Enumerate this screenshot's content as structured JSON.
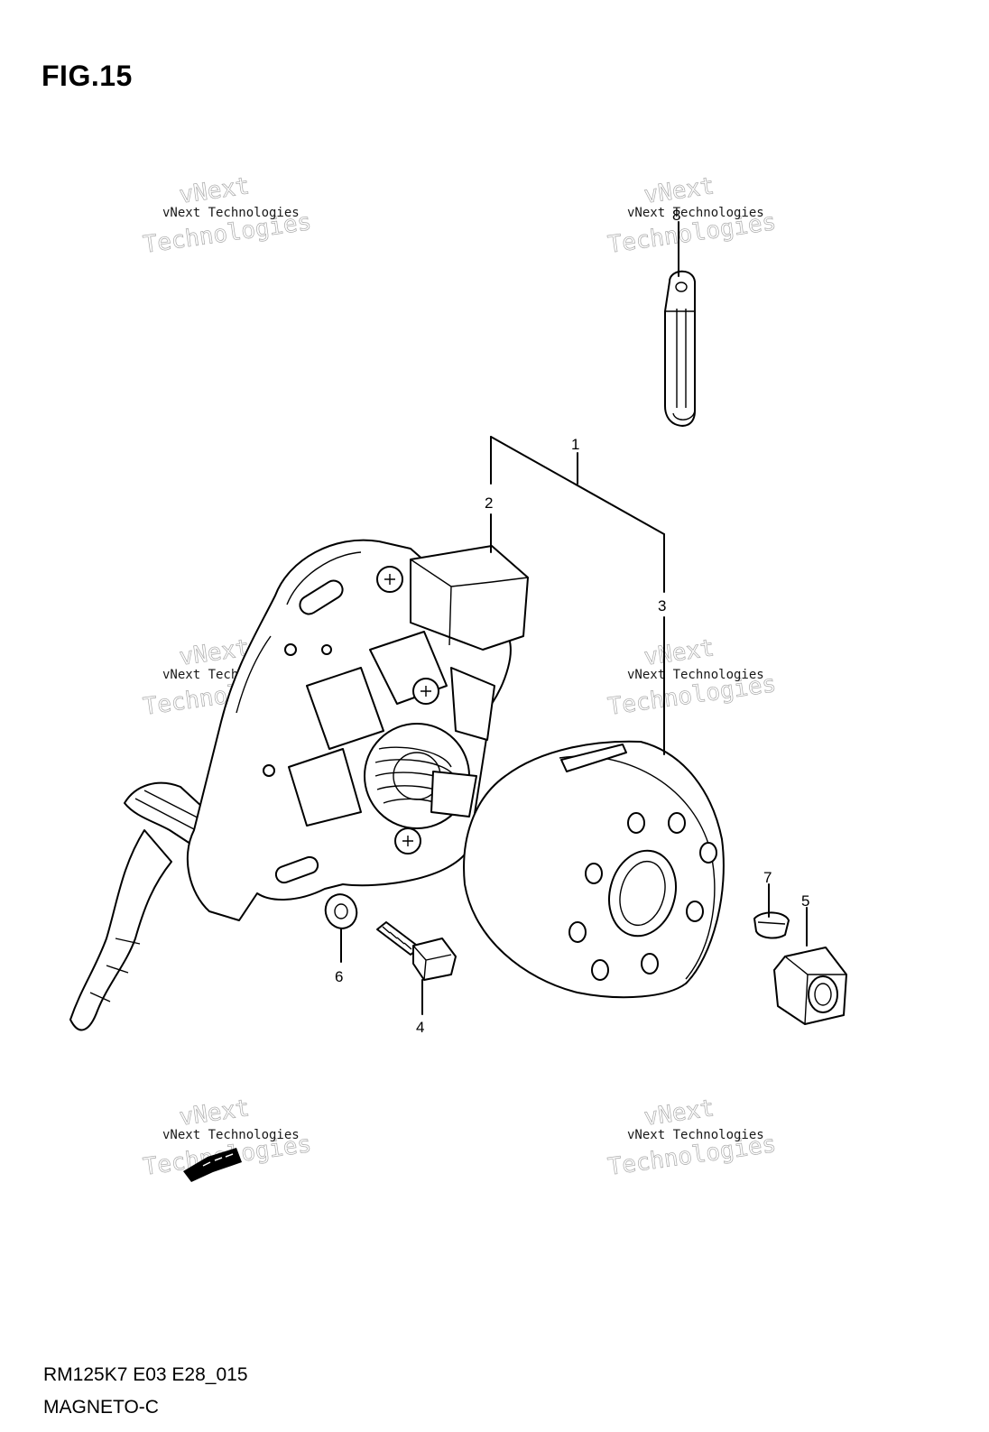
{
  "figure": {
    "title": "FIG.15"
  },
  "callouts": [
    {
      "id": "c1",
      "label": "1"
    },
    {
      "id": "c2",
      "label": "2"
    },
    {
      "id": "c3",
      "label": "3"
    },
    {
      "id": "c4",
      "label": "4"
    },
    {
      "id": "c5",
      "label": "5"
    },
    {
      "id": "c6",
      "label": "6"
    },
    {
      "id": "c7",
      "label": "7"
    },
    {
      "id": "c8",
      "label": "8"
    }
  ],
  "watermark": {
    "line1": "vNext Technologies",
    "line2": "vNext",
    "line3": "Technologies"
  },
  "footer": {
    "code": "RM125K7 E03 E28_015",
    "name": "MAGNETO-C"
  }
}
